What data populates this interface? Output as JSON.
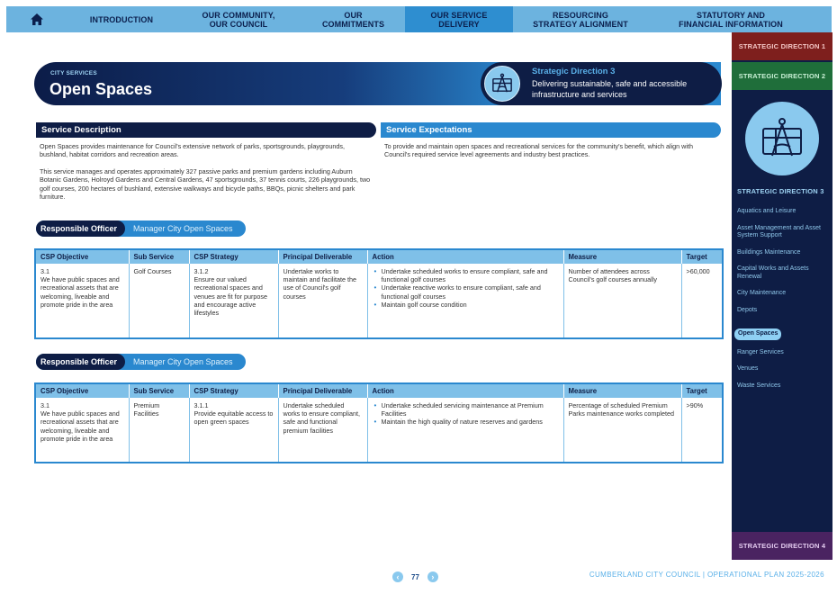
{
  "nav": {
    "items": [
      {
        "label": "INTRODUCTION",
        "active": false
      },
      {
        "label": "OUR COMMUNITY,\nOUR COUNCIL",
        "active": false
      },
      {
        "label": "OUR\nCOMMITMENTS",
        "active": false
      },
      {
        "label": "OUR SERVICE\nDELIVERY",
        "active": true
      },
      {
        "label": "RESOURCING\nSTRATEGY ALIGNMENT",
        "active": false
      },
      {
        "label": "STATUTORY AND\nFINANCIAL INFORMATION",
        "active": false
      }
    ]
  },
  "sidebar": {
    "dir1": "STRATEGIC DIRECTION 1",
    "dir2": "STRATEGIC DIRECTION 2",
    "dir3": "STRATEGIC DIRECTION 3",
    "dir4": "STRATEGIC DIRECTION 4",
    "items": [
      {
        "label": "Aquatics and Leisure"
      },
      {
        "label": "Asset Management and Asset System Support"
      },
      {
        "label": "Buildings Maintenance"
      },
      {
        "label": "Capital Works and Assets Renewal"
      },
      {
        "label": "City Maintenance"
      },
      {
        "label": "Depots"
      },
      {
        "label": "Open Spaces"
      },
      {
        "label": "Ranger Services"
      },
      {
        "label": "Venues"
      },
      {
        "label": "Waste Services"
      }
    ]
  },
  "banner": {
    "category": "CITY SERVICES",
    "title": "Open Spaces",
    "direction_title": "Strategic Direction 3",
    "direction_desc": "Delivering sustainable, safe and accessible infrastructure and services"
  },
  "description": {
    "heading": "Service Description",
    "p1": "Open Spaces provides maintenance for Council's extensive network of parks, sportsgrounds, playgrounds, bushland, habitat corridors and recreation areas.",
    "p2": "This service manages and operates approximately 327 passive parks and premium gardens including Auburn Botanic Gardens, Holroyd Gardens and Central Gardens, 47 sportsgrounds, 37 tennis courts, 226 playgrounds, two golf courses, 200 hectares of bushland, extensive walkways and bicycle paths, BBQs, picnic shelters and park furniture."
  },
  "expectations": {
    "heading": "Service Expectations",
    "p1": "To provide and maintain open spaces and recreational services for the community's benefit, which align with Council's required service level agreements and industry best practices."
  },
  "officer_label": "Responsible Officer",
  "officer_value": "Manager City Open Spaces",
  "table_headers": [
    "CSP Objective",
    "Sub Service",
    "CSP Strategy",
    "Principal Deliverable",
    "Action",
    "Measure",
    "Target"
  ],
  "table1": {
    "objective_num": "3.1",
    "objective": "We have public spaces and recreational assets that are welcoming, liveable and promote pride in the area",
    "sub_service": "Golf Courses",
    "strategy_num": "3.1.2",
    "strategy": "Ensure our valued recreational spaces and venues are fit for purpose and encourage active lifestyles",
    "deliverable": "Undertake works to maintain and facilitate the use of Council's golf courses",
    "actions": [
      "Undertake scheduled works to ensure compliant, safe and functional golf courses",
      "Undertake reactive works to ensure compliant, safe and functional golf courses",
      "Maintain golf course condition"
    ],
    "measure": "Number of attendees across Council's golf courses annually",
    "target": ">60,000"
  },
  "table2": {
    "objective_num": "3.1",
    "objective": "We have public spaces and recreational assets that are welcoming, liveable and promote pride in the area",
    "sub_service": "Premium Facilities",
    "strategy_num": "3.1.1",
    "strategy": "Provide equitable access to open green spaces",
    "deliverable": "Undertake scheduled works to ensure compliant, safe and functional premium facilities",
    "actions": [
      "Undertake scheduled servicing maintenance at Premium Facilities",
      "Maintain the high quality of nature reserves and gardens"
    ],
    "measure": "Percentage of scheduled Premium Parks maintenance works completed",
    "target": ">90%"
  },
  "footer": {
    "page": "77",
    "org": "CUMBERLAND CITY COUNCIL  |  OPERATIONAL PLAN 2025-2026"
  },
  "colors": {
    "navy": "#0e1d45",
    "blue": "#2a88cf",
    "light_blue": "#7fc0e8",
    "dir1": "#7e1f1d",
    "dir2": "#1f6e3a",
    "dir4": "#4a2361"
  }
}
